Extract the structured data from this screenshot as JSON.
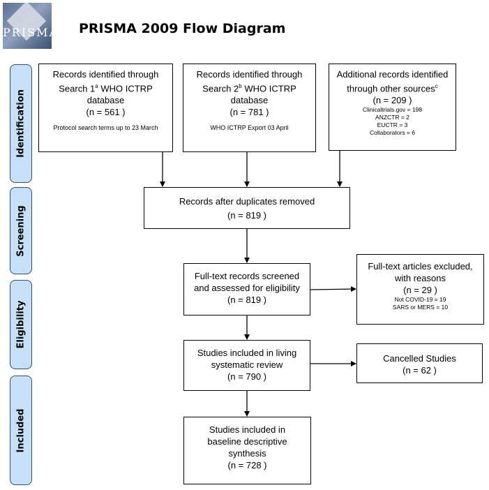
{
  "header": {
    "logo_text": "PRISMA",
    "title": "PRISMA 2009 Flow Diagram"
  },
  "stages": {
    "identification": "Identification",
    "screening": "Screening",
    "eligibility": "Eligibility",
    "included": "Included"
  },
  "boxes": {
    "search1": {
      "line1": "Records identified through",
      "line2_pre": "Search 1",
      "sup": "a",
      "line2_post": " WHO ICTRP",
      "line3": "database",
      "count": "(n = 561 )",
      "note": "Protocol search terms up to 23 March"
    },
    "search2": {
      "line1": "Records identified through",
      "line2_pre": "Search 2",
      "sup": "b",
      "line2_post": " WHO ICTRP",
      "line3": "database",
      "count": "(n = 781 )",
      "note": "WHO ICTRP Export 03 April"
    },
    "other": {
      "line1": "Additional records identified",
      "line2_pre": "through other sources",
      "sup": "c",
      "count": "(n = 209 )",
      "items": [
        "Clinicaltrials.gov = 198",
        "ANZCTR = 2",
        "EUCTR = 3",
        "Collaborators = 6"
      ]
    },
    "duplicates": {
      "line1": "Records after duplicates removed",
      "count": "(n = 819 )"
    },
    "screened": {
      "line1": "Full-text records screened",
      "line2": "and assessed for eligibility",
      "count": "(n = 819  )"
    },
    "excluded": {
      "line1": "Full-text articles excluded,",
      "line2": "with reasons",
      "count": "(n = 29 )",
      "items": [
        "Not COVID-19 = 19",
        "SARS or MERS = 10"
      ]
    },
    "living": {
      "line1": "Studies included in living",
      "line2": "systematic review",
      "count": "(n = 790  )"
    },
    "cancelled": {
      "line1": "Cancelled Studies",
      "count": "(n = 62 )"
    },
    "baseline": {
      "line1": "Studies included in",
      "line2": "baseline descriptive",
      "line3": "synthesis",
      "count": "(n = 728 )"
    }
  }
}
